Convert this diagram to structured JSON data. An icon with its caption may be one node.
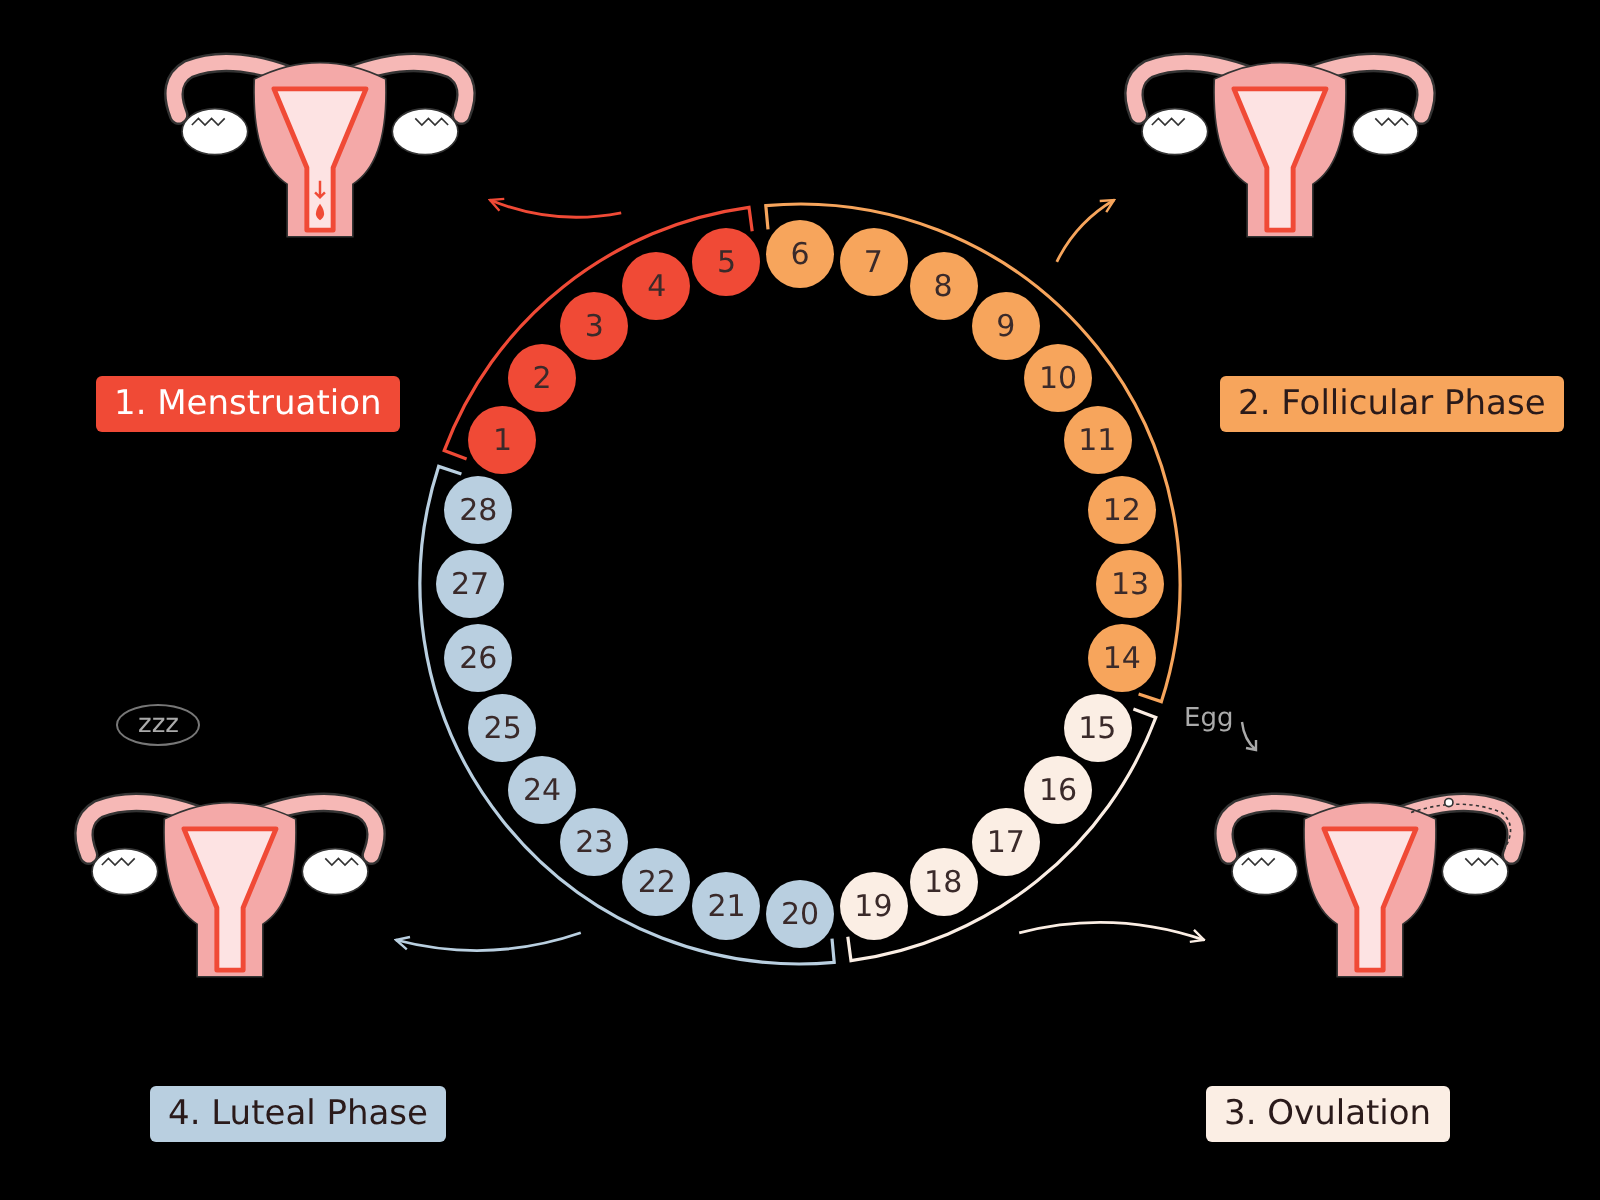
{
  "diagram": {
    "nodes": [
      {
        "text": [
          "1"
        ]
      },
      {
        "text": [
          "2"
        ]
      },
      {
        "text": [
          "3"
        ]
      },
      {
        "text": [
          "4"
        ]
      },
      {
        "text": [
          "5"
        ]
      },
      {
        "text": [
          "6"
        ]
      },
      {
        "text": [
          "7"
        ]
      },
      {
        "text": [
          "8"
        ]
      },
      {
        "text": [
          "9"
        ]
      },
      {
        "text": [
          "10"
        ]
      },
      {
        "text": [
          "11"
        ]
      },
      {
        "text": [
          "12"
        ]
      },
      {
        "text": [
          "13"
        ]
      },
      {
        "text": [
          "14"
        ]
      },
      {
        "text": [
          "15"
        ]
      },
      {
        "text": [
          "16"
        ]
      },
      {
        "text": [
          "17"
        ]
      },
      {
        "text": [
          "18"
        ]
      },
      {
        "text": [
          "19"
        ]
      },
      {
        "text": [
          "20"
        ]
      },
      {
        "text": [
          "21"
        ]
      },
      {
        "text": [
          "22"
        ]
      },
      {
        "text": [
          "23"
        ]
      },
      {
        "text": [
          "24"
        ]
      },
      {
        "text": [
          "25"
        ]
      },
      {
        "text": [
          "26"
        ]
      },
      {
        "text": [
          "27"
        ]
      },
      {
        "text": [
          "28"
        ]
      },
      {
        "text": [],
        "shape": "picture"
      },
      {
        "text": [],
        "shape": "picture"
      },
      {
        "text": [],
        "shape": "picture"
      },
      {
        "text": [],
        "shape": "picture"
      },
      {
        "text": [
          "1. Menstruation"
        ]
      },
      {
        "text": [
          "2. Follicular Phase"
        ]
      },
      {
        "text": [
          "4. Luteal Phase"
        ]
      },
      {
        "text": [
          "3. Ovulation"
        ]
      }
    ],
    "edges": [
      {
        "from": null,
        "to": 28,
        "arrow": "to",
        "color": "#f04a36"
      },
      {
        "from": null,
        "to": 29,
        "arrow": "to",
        "color": "#f7a55c"
      },
      {
        "from": null,
        "to": 31,
        "arrow": "to",
        "color": "#fbeee4"
      },
      {
        "from": null,
        "to": 30,
        "arrow": "to",
        "color": "#b9cfe0"
      }
    ],
    "labels": [
      "zzz",
      "Egg"
    ]
  }
}
